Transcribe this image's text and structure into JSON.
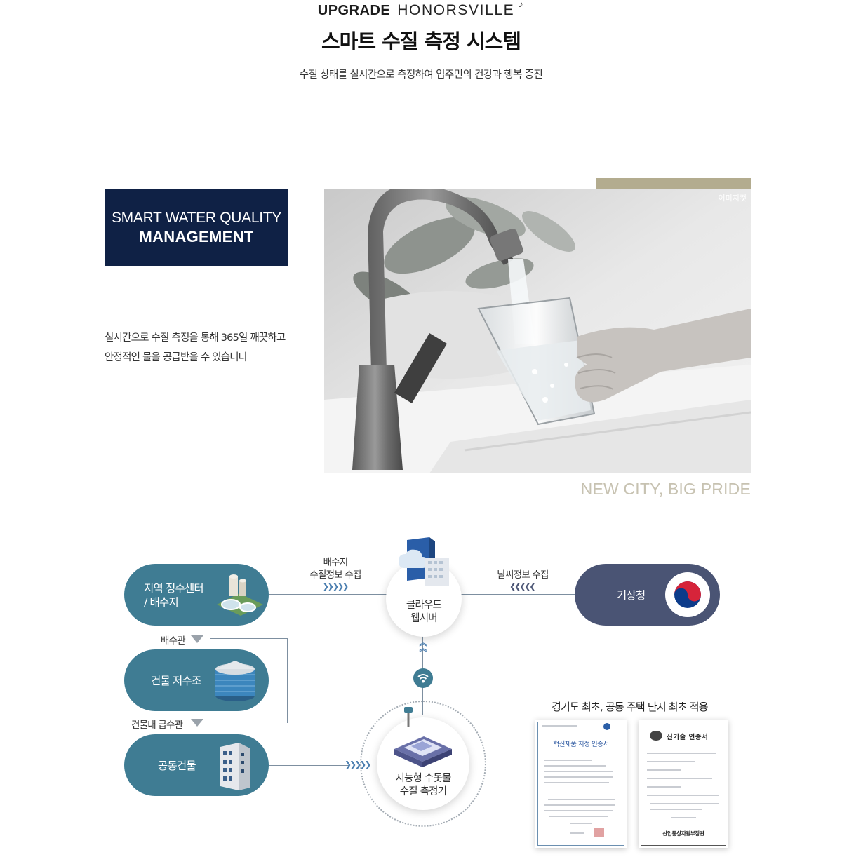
{
  "header": {
    "brand_upgrade": "UPGRADE",
    "brand_name": "HONORSVILLE",
    "title": "스마트 수질 측정 시스템",
    "subtitle": "수질 상태를 실시간으로 측정하여 입주민의 건강과 행복 증진"
  },
  "feature": {
    "box_line1": "SMART WATER QUALITY",
    "box_line2": "MANAGEMENT",
    "desc_line1": "실시간으로 수질 측정을 통해 365일 깨끗하고",
    "desc_line2": "안정적인 물을 공급받을 수 있습니다",
    "photo_tag": "이미지컷",
    "slogan": "NEW CITY, BIG PRIDE"
  },
  "diagram": {
    "water_center_line1": "지역 정수센터",
    "water_center_line2": "/ 배수지",
    "reservoir": "건물 저수조",
    "building": "공동건물",
    "pipe1": "배수관",
    "pipe2": "건물내 급수관",
    "flow_left_line1": "배수지",
    "flow_left_line2": "수질정보 수집",
    "flow_right": "날씨정보 수집",
    "cloud_line1": "클라우드",
    "cloud_line2": "웹서버",
    "kma": "기상청",
    "meter_line1": "지능형 수돗물",
    "meter_line2": "수질 측정기"
  },
  "certificates": {
    "heading": "경기도 최초, 공동 주택 단지 최초 적용",
    "cert1_title": "혁신제품 지정 인증서",
    "cert2_title": "신기술 인증서",
    "cert2_issuer": "산업통상자원부장관"
  },
  "colors": {
    "navy": "#0f2145",
    "gold": "#b3ac8f",
    "teal": "#3f7c93",
    "slate": "#4a5474",
    "arrow_blue": "#5a8bb5"
  }
}
